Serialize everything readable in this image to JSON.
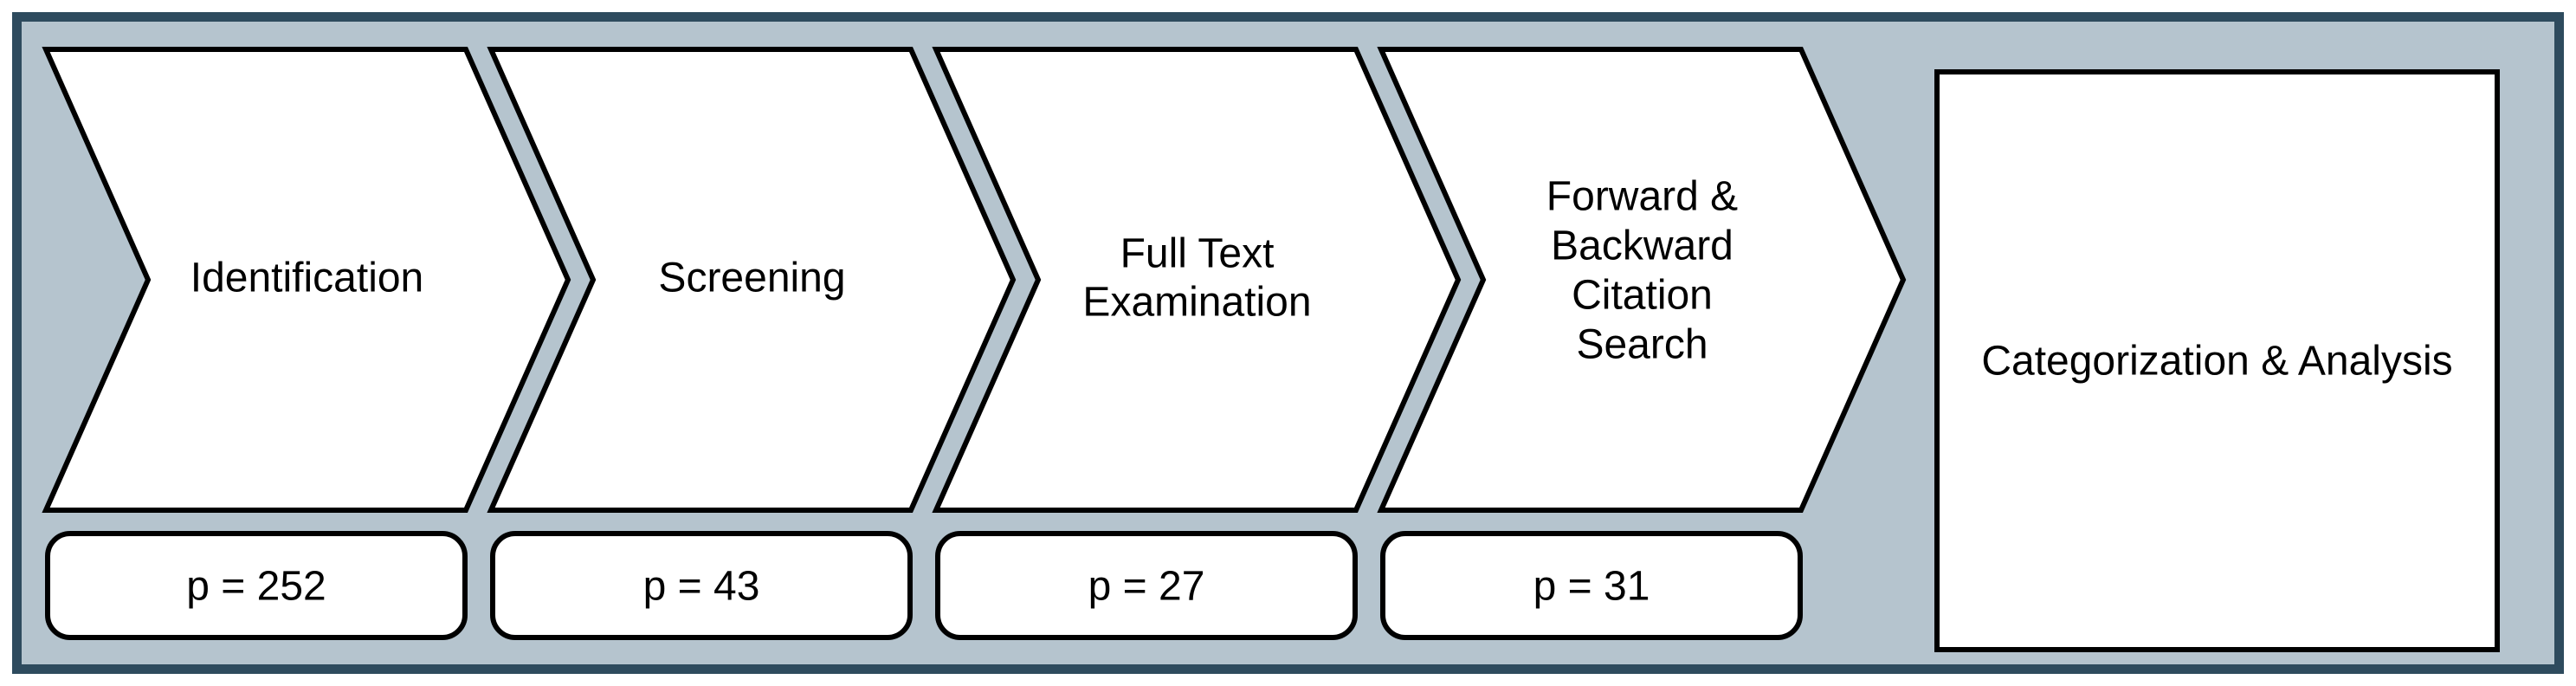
{
  "diagram": {
    "type": "process-flow",
    "colors": {
      "page_background": "#ffffff",
      "panel_background": "#b5c4ce",
      "panel_border": "#2e4b5e",
      "shape_fill": "#ffffff",
      "shape_border": "#000000",
      "text_color": "#000000"
    },
    "steps": [
      {
        "label": "Identification",
        "label_lines": [
          "Identification"
        ],
        "count_label": "p = 252",
        "count_value": 252
      },
      {
        "label": "Screening",
        "label_lines": [
          "Screening"
        ],
        "count_label": "p = 43",
        "count_value": 43
      },
      {
        "label": "Full Text Examination",
        "label_lines": [
          "Full Text",
          "Examination"
        ],
        "count_label": "p = 27",
        "count_value": 27
      },
      {
        "label": "Forward & Backward Citation Search",
        "label_lines": [
          "Forward &",
          "Backward",
          "Citation",
          "Search"
        ],
        "count_label": "p = 31",
        "count_value": 31
      }
    ],
    "final_step": {
      "label": "Categorization & Analysis"
    }
  }
}
